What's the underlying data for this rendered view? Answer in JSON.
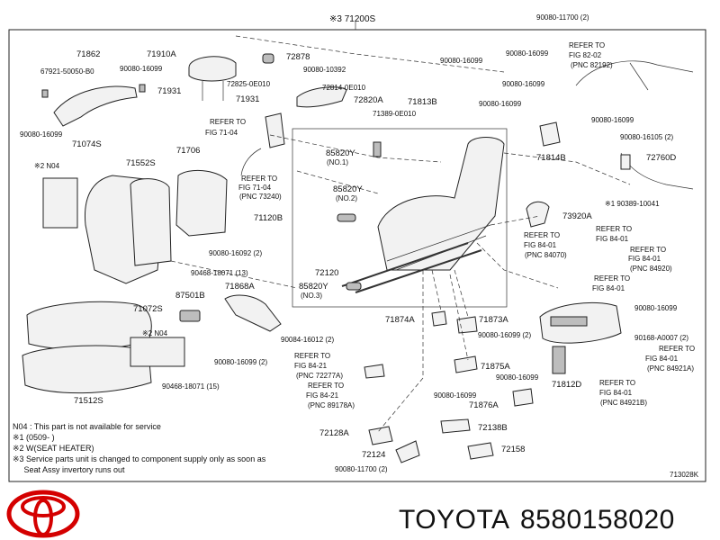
{
  "diagram": {
    "top_label": "※3 71200S",
    "bottom_ref": "713028K",
    "part_labels": [
      {
        "id": "p71862",
        "text": "71862"
      },
      {
        "id": "p67921",
        "text": "67921-50050-B0"
      },
      {
        "id": "p90080_16099_a",
        "text": "90080-16099"
      },
      {
        "id": "p71910a",
        "text": "71910A"
      },
      {
        "id": "p90080_16099_b",
        "text": "90080-16099"
      },
      {
        "id": "p72878",
        "text": "72878"
      },
      {
        "id": "p90080_10392",
        "text": "90080-10392"
      },
      {
        "id": "p72825",
        "text": "72825-0E010"
      },
      {
        "id": "p72814",
        "text": "72814-0E010"
      },
      {
        "id": "p71931_a",
        "text": "71931"
      },
      {
        "id": "p71931_b",
        "text": "71931"
      },
      {
        "id": "p72820a",
        "text": "72820A"
      },
      {
        "id": "p71389",
        "text": "71389-0E010"
      },
      {
        "id": "p90080_16099_c",
        "text": "90080-16099"
      },
      {
        "id": "ref_71_04_a",
        "text": "REFER TO"
      },
      {
        "id": "ref_71_04_b",
        "text": "FIG 71-04"
      },
      {
        "id": "p71074s",
        "text": "71074S"
      },
      {
        "id": "pn04_1",
        "text": "※2 N04"
      },
      {
        "id": "p71552s",
        "text": "71552S"
      },
      {
        "id": "p71706",
        "text": "71706"
      },
      {
        "id": "ref_71_04_c",
        "text": "REFER TO"
      },
      {
        "id": "ref_71_04_d",
        "text": "FIG 71-04"
      },
      {
        "id": "ref_71_04_e",
        "text": "(PNC 73240)"
      },
      {
        "id": "p71120b",
        "text": "71120B"
      },
      {
        "id": "p90080_16092",
        "text": "90080-16092 (2)"
      },
      {
        "id": "p90468_13",
        "text": "90468-18071 (13)"
      },
      {
        "id": "p85820y_1",
        "text": "85820Y"
      },
      {
        "id": "p85820y_1n",
        "text": "(NO.1)"
      },
      {
        "id": "p85820y_2",
        "text": "85820Y"
      },
      {
        "id": "p85820y_2n",
        "text": "(NO.2)"
      },
      {
        "id": "p72120",
        "text": "72120"
      },
      {
        "id": "p85820y_3",
        "text": "85820Y"
      },
      {
        "id": "p85820y_3n",
        "text": "(NO.3)"
      },
      {
        "id": "p87501b",
        "text": "87501B"
      },
      {
        "id": "p71868a",
        "text": "71868A"
      },
      {
        "id": "p71072s",
        "text": "71072S"
      },
      {
        "id": "pn04_2",
        "text": "※2 N04"
      },
      {
        "id": "p90084",
        "text": "90084-16012 (2)"
      },
      {
        "id": "p90080_16099_2a",
        "text": "90080-16099 (2)"
      },
      {
        "id": "p90468_15",
        "text": "90468-18071 (15)"
      },
      {
        "id": "p71512s",
        "text": "71512S"
      },
      {
        "id": "ref_84_21_a",
        "text": "REFER TO"
      },
      {
        "id": "ref_84_21_b",
        "text": "FIG 84-21"
      },
      {
        "id": "ref_84_21_c",
        "text": "(PNC 72277A)"
      },
      {
        "id": "ref_84_21_d",
        "text": "REFER TO"
      },
      {
        "id": "ref_84_21_e",
        "text": "FIG 84-21"
      },
      {
        "id": "ref_84_21_f",
        "text": "(PNC 89178A)"
      },
      {
        "id": "p71874a",
        "text": "71874A"
      },
      {
        "id": "p71873a",
        "text": "71873A"
      },
      {
        "id": "p90080_16099_2b",
        "text": "90080-16099 (2)"
      },
      {
        "id": "p71875a",
        "text": "71875A"
      },
      {
        "id": "p90080_16099_d",
        "text": "90080-16099"
      },
      {
        "id": "p90080_16099_e",
        "text": "90080-16099"
      },
      {
        "id": "p71876a",
        "text": "71876A"
      },
      {
        "id": "p72128a",
        "text": "72128A"
      },
      {
        "id": "p72138b",
        "text": "72138B"
      },
      {
        "id": "p72124",
        "text": "72124"
      },
      {
        "id": "p72158",
        "text": "72158"
      },
      {
        "id": "p90080_11700_b",
        "text": "90080-11700 (2)"
      },
      {
        "id": "p90080_11700_a",
        "text": "90080-11700 (2)"
      },
      {
        "id": "p90080_16099_f",
        "text": "90080-16099"
      },
      {
        "id": "p90080_16099_g",
        "text": "90080-16099"
      },
      {
        "id": "ref_82_02_a",
        "text": "REFER TO"
      },
      {
        "id": "ref_82_02_b",
        "text": "FIG 82-02"
      },
      {
        "id": "ref_82_02_c",
        "text": "(PNC 82192)"
      },
      {
        "id": "p71813b",
        "text": "71813B"
      },
      {
        "id": "p90080_16099_h",
        "text": "90080-16099"
      },
      {
        "id": "p90080_16099_i",
        "text": "90080-16099"
      },
      {
        "id": "p71814b",
        "text": "71814B"
      },
      {
        "id": "p90080_16105",
        "text": "90080-16105 (2)"
      },
      {
        "id": "p72760d",
        "text": "72760D"
      },
      {
        "id": "p90389",
        "text": "※1 90389-10041"
      },
      {
        "id": "p73920a",
        "text": "73920A"
      },
      {
        "id": "ref_84_01_a",
        "text": "REFER TO"
      },
      {
        "id": "ref_84_01_b",
        "text": "FIG 84-01"
      },
      {
        "id": "ref_84_01_c",
        "text": "(PNC 84070)"
      },
      {
        "id": "ref_84_01_d",
        "text": "REFER TO"
      },
      {
        "id": "ref_84_01_e",
        "text": "FIG 84-01"
      },
      {
        "id": "ref_84_01_f",
        "text": "REFER TO"
      },
      {
        "id": "ref_84_01_g",
        "text": "FIG 84-01"
      },
      {
        "id": "ref_84_01_h",
        "text": "(PNC 84920)"
      },
      {
        "id": "ref_84_01_i",
        "text": "REFER TO"
      },
      {
        "id": "ref_84_01_j",
        "text": "FIG 84-01"
      },
      {
        "id": "p90080_16099_j",
        "text": "90080-16099"
      },
      {
        "id": "p90168",
        "text": "90168-A0007 (2)"
      },
      {
        "id": "ref_84_01_k",
        "text": "REFER TO"
      },
      {
        "id": "ref_84_01_l",
        "text": "FIG 84-01"
      },
      {
        "id": "ref_84_01_m",
        "text": "(PNC 84921A)"
      },
      {
        "id": "p71812d",
        "text": "71812D"
      },
      {
        "id": "ref_84_01_n",
        "text": "REFER TO"
      },
      {
        "id": "ref_84_01_o",
        "text": "FIG 84-01"
      },
      {
        "id": "ref_84_01_p",
        "text": "(PNC 84921B)"
      }
    ],
    "notes": [
      "N04 : This part is not available for service",
      "※1 (0509-      )",
      "※2 W(SEAT HEATER)",
      "※3 Service parts unit is changed to component supply only as soon as",
      "     Seat Assy invertory runs out"
    ]
  },
  "brand": {
    "name": "TOYOTA",
    "part_number": "8580158020",
    "logo": "toyota-logo",
    "logo_color": "#d40000"
  }
}
